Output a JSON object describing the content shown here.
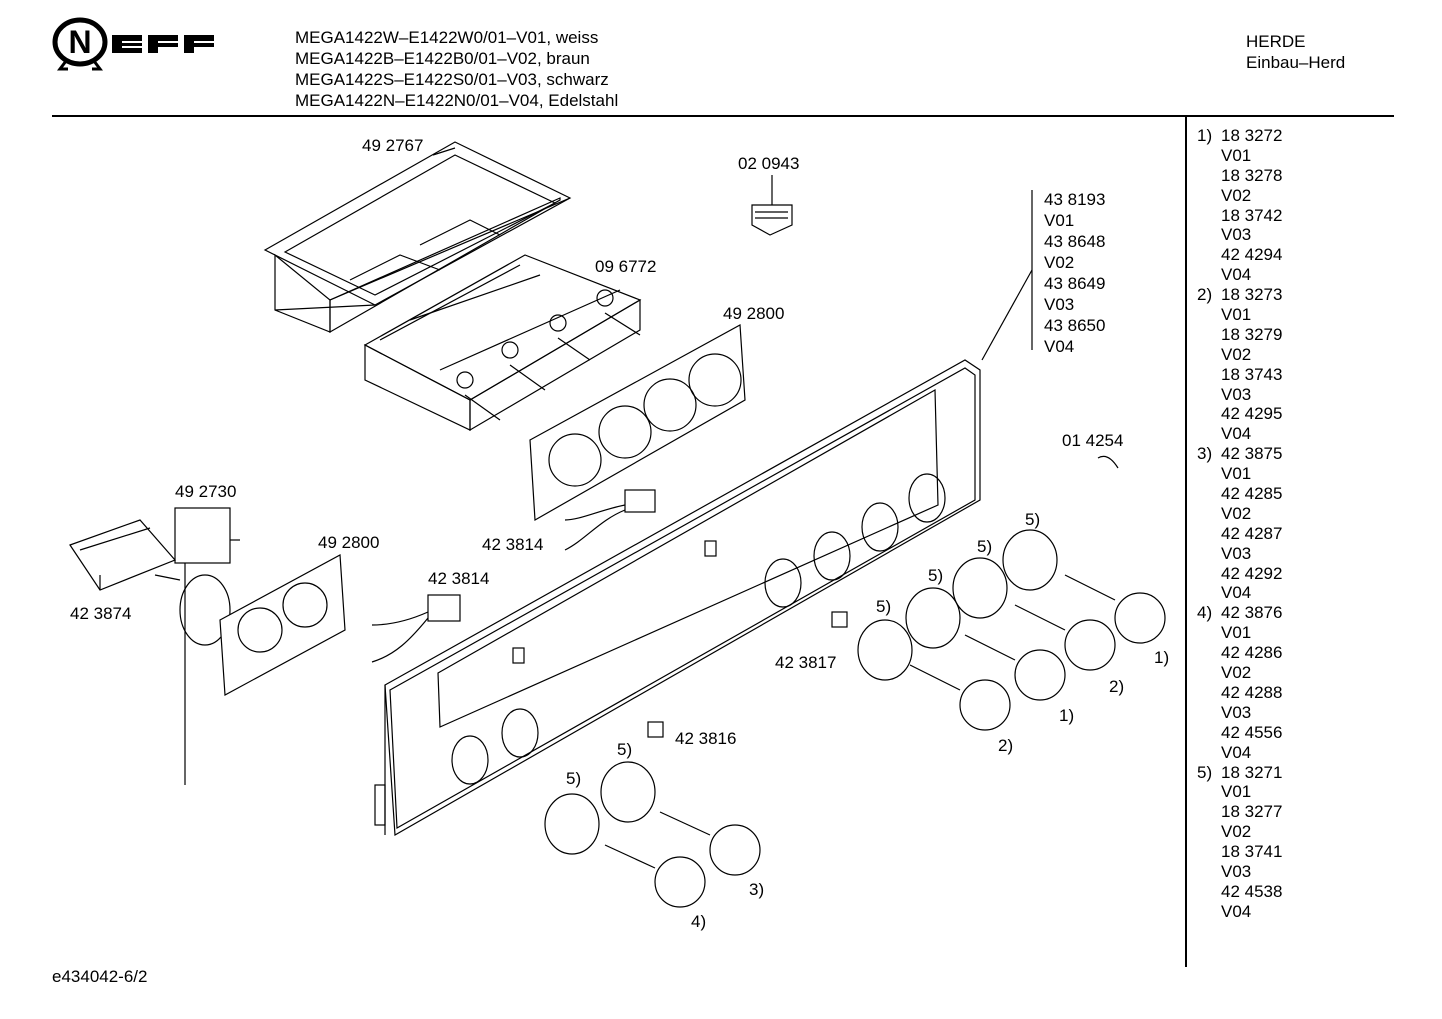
{
  "brand": "NEFF",
  "header": {
    "models": [
      "MEGA1422W–E1422W0/01–V01, weiss",
      "MEGA1422B–E1422B0/01–V02, braun",
      "MEGA1422S–E1422S0/01–V03, schwarz",
      "MEGA1422N–E1422N0/01–V04, Edelstahl"
    ],
    "category": [
      "HERDE",
      "Einbau–Herd"
    ]
  },
  "parts": {
    "p492767": "49 2767",
    "p020943": "02 0943",
    "p096772": "09 6772",
    "p492800a": "49 2800",
    "p492730": "49 2730",
    "p492800b": "49 2800",
    "p423814a": "42 3814",
    "p423814b": "42 3814",
    "p423874": "42 3874",
    "p423817": "42 3817",
    "p423816": "42 3816",
    "p014254": "01 4254"
  },
  "panel_variants": [
    "43 8193",
    "V01",
    "43 8648",
    "V02",
    "43 8649",
    "V03",
    "43 8650",
    "V04"
  ],
  "callouts": {
    "c5a": "5)",
    "c5b": "5)",
    "c5c": "5)",
    "c5d": "5)",
    "c5e": "5)",
    "c5f": "5)",
    "c1a": "1)",
    "c2a": "2)",
    "c1b": "1)",
    "c2b": "2)",
    "c3": "3)",
    "c4": "4)"
  },
  "legend": [
    {
      "num": "1)",
      "val": "18 3272"
    },
    {
      "num": "",
      "val": "V01"
    },
    {
      "num": "",
      "val": "18 3278"
    },
    {
      "num": "",
      "val": "V02"
    },
    {
      "num": "",
      "val": "18 3742"
    },
    {
      "num": "",
      "val": "V03"
    },
    {
      "num": "",
      "val": "42 4294"
    },
    {
      "num": "",
      "val": "V04"
    },
    {
      "num": "2)",
      "val": "18 3273"
    },
    {
      "num": "",
      "val": "V01"
    },
    {
      "num": "",
      "val": "18 3279"
    },
    {
      "num": "",
      "val": "V02"
    },
    {
      "num": "",
      "val": "18 3743"
    },
    {
      "num": "",
      "val": "V03"
    },
    {
      "num": "",
      "val": "42 4295"
    },
    {
      "num": "",
      "val": "V04"
    },
    {
      "num": "3)",
      "val": "42 3875"
    },
    {
      "num": "",
      "val": "V01"
    },
    {
      "num": "",
      "val": "42 4285"
    },
    {
      "num": "",
      "val": "V02"
    },
    {
      "num": "",
      "val": "42 4287"
    },
    {
      "num": "",
      "val": "V03"
    },
    {
      "num": "",
      "val": "42 4292"
    },
    {
      "num": "",
      "val": "V04"
    },
    {
      "num": "4)",
      "val": "42 3876"
    },
    {
      "num": "",
      "val": "V01"
    },
    {
      "num": "",
      "val": "42 4286"
    },
    {
      "num": "",
      "val": "V02"
    },
    {
      "num": "",
      "val": "42 4288"
    },
    {
      "num": "",
      "val": "V03"
    },
    {
      "num": "",
      "val": "42 4556"
    },
    {
      "num": "",
      "val": "V04"
    },
    {
      "num": "5)",
      "val": "18 3271"
    },
    {
      "num": "",
      "val": "V01"
    },
    {
      "num": "",
      "val": "18 3277"
    },
    {
      "num": "",
      "val": "V02"
    },
    {
      "num": "",
      "val": "18 3741"
    },
    {
      "num": "",
      "val": "V03"
    },
    {
      "num": "",
      "val": "42 4538"
    },
    {
      "num": "",
      "val": "V04"
    }
  ],
  "footer": "e434042-6/2"
}
